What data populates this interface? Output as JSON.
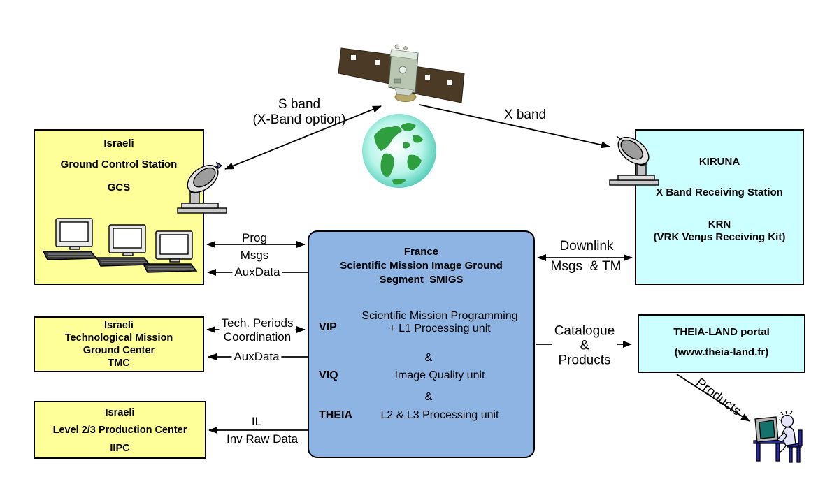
{
  "nodes": {
    "gcs": {
      "line1": "Israeli",
      "line2": "Ground Control Station",
      "line3": "GCS"
    },
    "kiruna": {
      "line1": "KIRUNA",
      "line2": "X Band Receiving Station",
      "line3": "KRN",
      "line4": "(VRK Venµs Receiving Kit)"
    },
    "smigs": {
      "title1": "France",
      "title2": "Scientific Mission Image Ground",
      "title3": "Segment  SMIGS",
      "vip_abbr": "VIP",
      "vip_desc1": "Scientific Mission Programming",
      "vip_desc2": "+ L1 Processing unit",
      "sep1": "&",
      "viq_abbr": "VIQ",
      "viq_desc": "Image Quality unit",
      "sep2": "&",
      "theia_abbr": "THEIA",
      "theia_desc": "L2 & L3 Processing unit"
    },
    "tmc": {
      "line1": "Israeli",
      "line2": "Technological Mission",
      "line3": "Ground Center",
      "line4": "TMC"
    },
    "iipc": {
      "line1": "Israeli",
      "line2": "Level 2/3 Production Center",
      "line3": "IIPC"
    },
    "theia_portal": {
      "line1": "THEIA-LAND portal",
      "line2": "(www.theia-land.fr)"
    }
  },
  "edges": {
    "s_band": {
      "line1": "S band",
      "line2": "(X-Band option)"
    },
    "x_band": {
      "label": "X band"
    },
    "prog_msgs": {
      "line1": "Prog",
      "line2": "Msgs"
    },
    "auxdata_gcs": {
      "label": "AuxData"
    },
    "downlink": {
      "line1": "Downlink",
      "line2": "Msgs  & TM"
    },
    "tech_periods": {
      "line1": "Tech. Periods",
      "line2": "Coordination"
    },
    "auxdata_tmc": {
      "label": "AuxData"
    },
    "il": {
      "line1": "IL",
      "line2": "Inv Raw Data"
    },
    "catalogue": {
      "line1": "Catalogue",
      "line2": "&",
      "line3": "Products"
    },
    "products": {
      "label": "Products"
    }
  },
  "colors": {
    "node_yellow": "#FFFF99",
    "node_cyan": "#CCFFFF",
    "node_blue": "#8DB4E2",
    "line": "#000000"
  }
}
